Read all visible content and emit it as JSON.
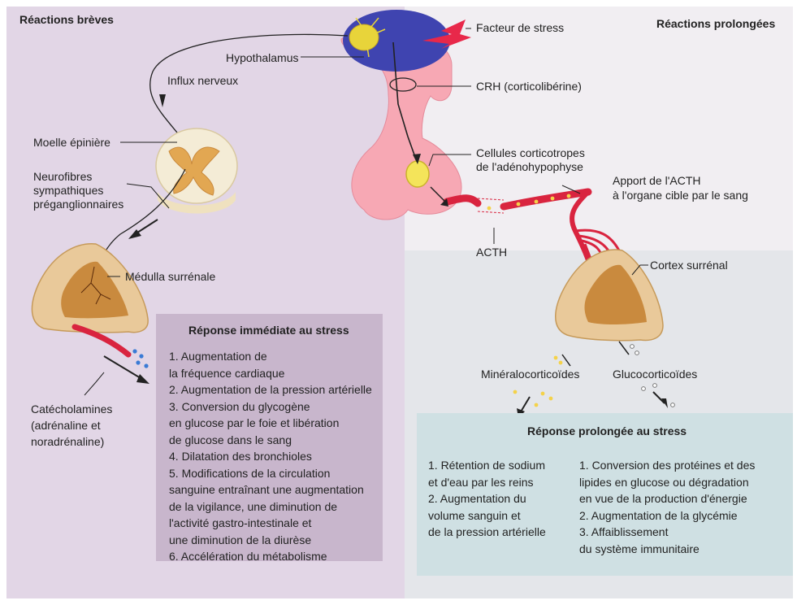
{
  "headers": {
    "short": "Réactions brèves",
    "long": "Réactions prolongées"
  },
  "labels": {
    "stress_factor": "Facteur de stress",
    "hypothalamus": "Hypothalamus",
    "nerve_impulse": "Influx nerveux",
    "crh": "CRH (corticolibérine)",
    "spinal_cord": "Moelle épinière",
    "corticotropes": [
      "Cellules corticotropes",
      "de l'adénohypophyse"
    ],
    "neurofibers": [
      "Neurofibres",
      "sympathiques",
      "préganglionnaires"
    ],
    "acth_supply": [
      "Apport de l'ACTH",
      "à l'organe cible par le sang"
    ],
    "acth": "ACTH",
    "adrenal_medulla": "Médulla surrénale",
    "adrenal_cortex": "Cortex surrénal",
    "mineralocorticoids": "Minéralocorticoïdes",
    "glucocorticoids": "Glucocorticoïdes",
    "catecholamines": [
      "Catécholamines",
      "(adrénaline et",
      "noradrénaline)"
    ]
  },
  "immediate_response": {
    "title": "Réponse immédiate au stress",
    "lines": [
      "1. Augmentation de",
      "    la fréquence cardiaque",
      "2. Augmentation de la pression artérielle",
      "3. Conversion du glycogène",
      "    en glucose par le foie et libération",
      "    de glucose dans le sang",
      "4. Dilatation des bronchioles",
      "5. Modifications de la circulation",
      "    sanguine entraînant une augmentation",
      "    de la vigilance, une diminution de",
      "    l'activité gastro-intestinale et",
      "    une diminution de la diurèse",
      "6. Accélération du métabolisme"
    ]
  },
  "prolonged_response": {
    "title": "Réponse prolongée au stress",
    "col1": [
      "1. Rétention de sodium",
      "    et d'eau par les reins",
      "2. Augmentation du",
      "    volume sanguin et",
      "    de la pression artérielle"
    ],
    "col2": [
      "1. Conversion des protéines et des",
      "    lipides en glucose ou dégradation",
      "    en vue de la production d'énergie",
      "2. Augmentation de la glycémie",
      "3. Affaiblissement",
      "    du système immunitaire"
    ]
  },
  "colors": {
    "left_bg": "#e2d6e6",
    "right_bg": "#e4e6ea",
    "immediate_box": "#c8b6cc",
    "prolonged_box": "#cfe0e3",
    "pituitary": "#f7a8b4",
    "hypothalamus_blue": "#3f44b0",
    "blood_vessel": "#d9243f",
    "adrenal": "#e9c99a",
    "adrenal_core": "#c98a3e",
    "stress_bolt": "#e8284a"
  }
}
